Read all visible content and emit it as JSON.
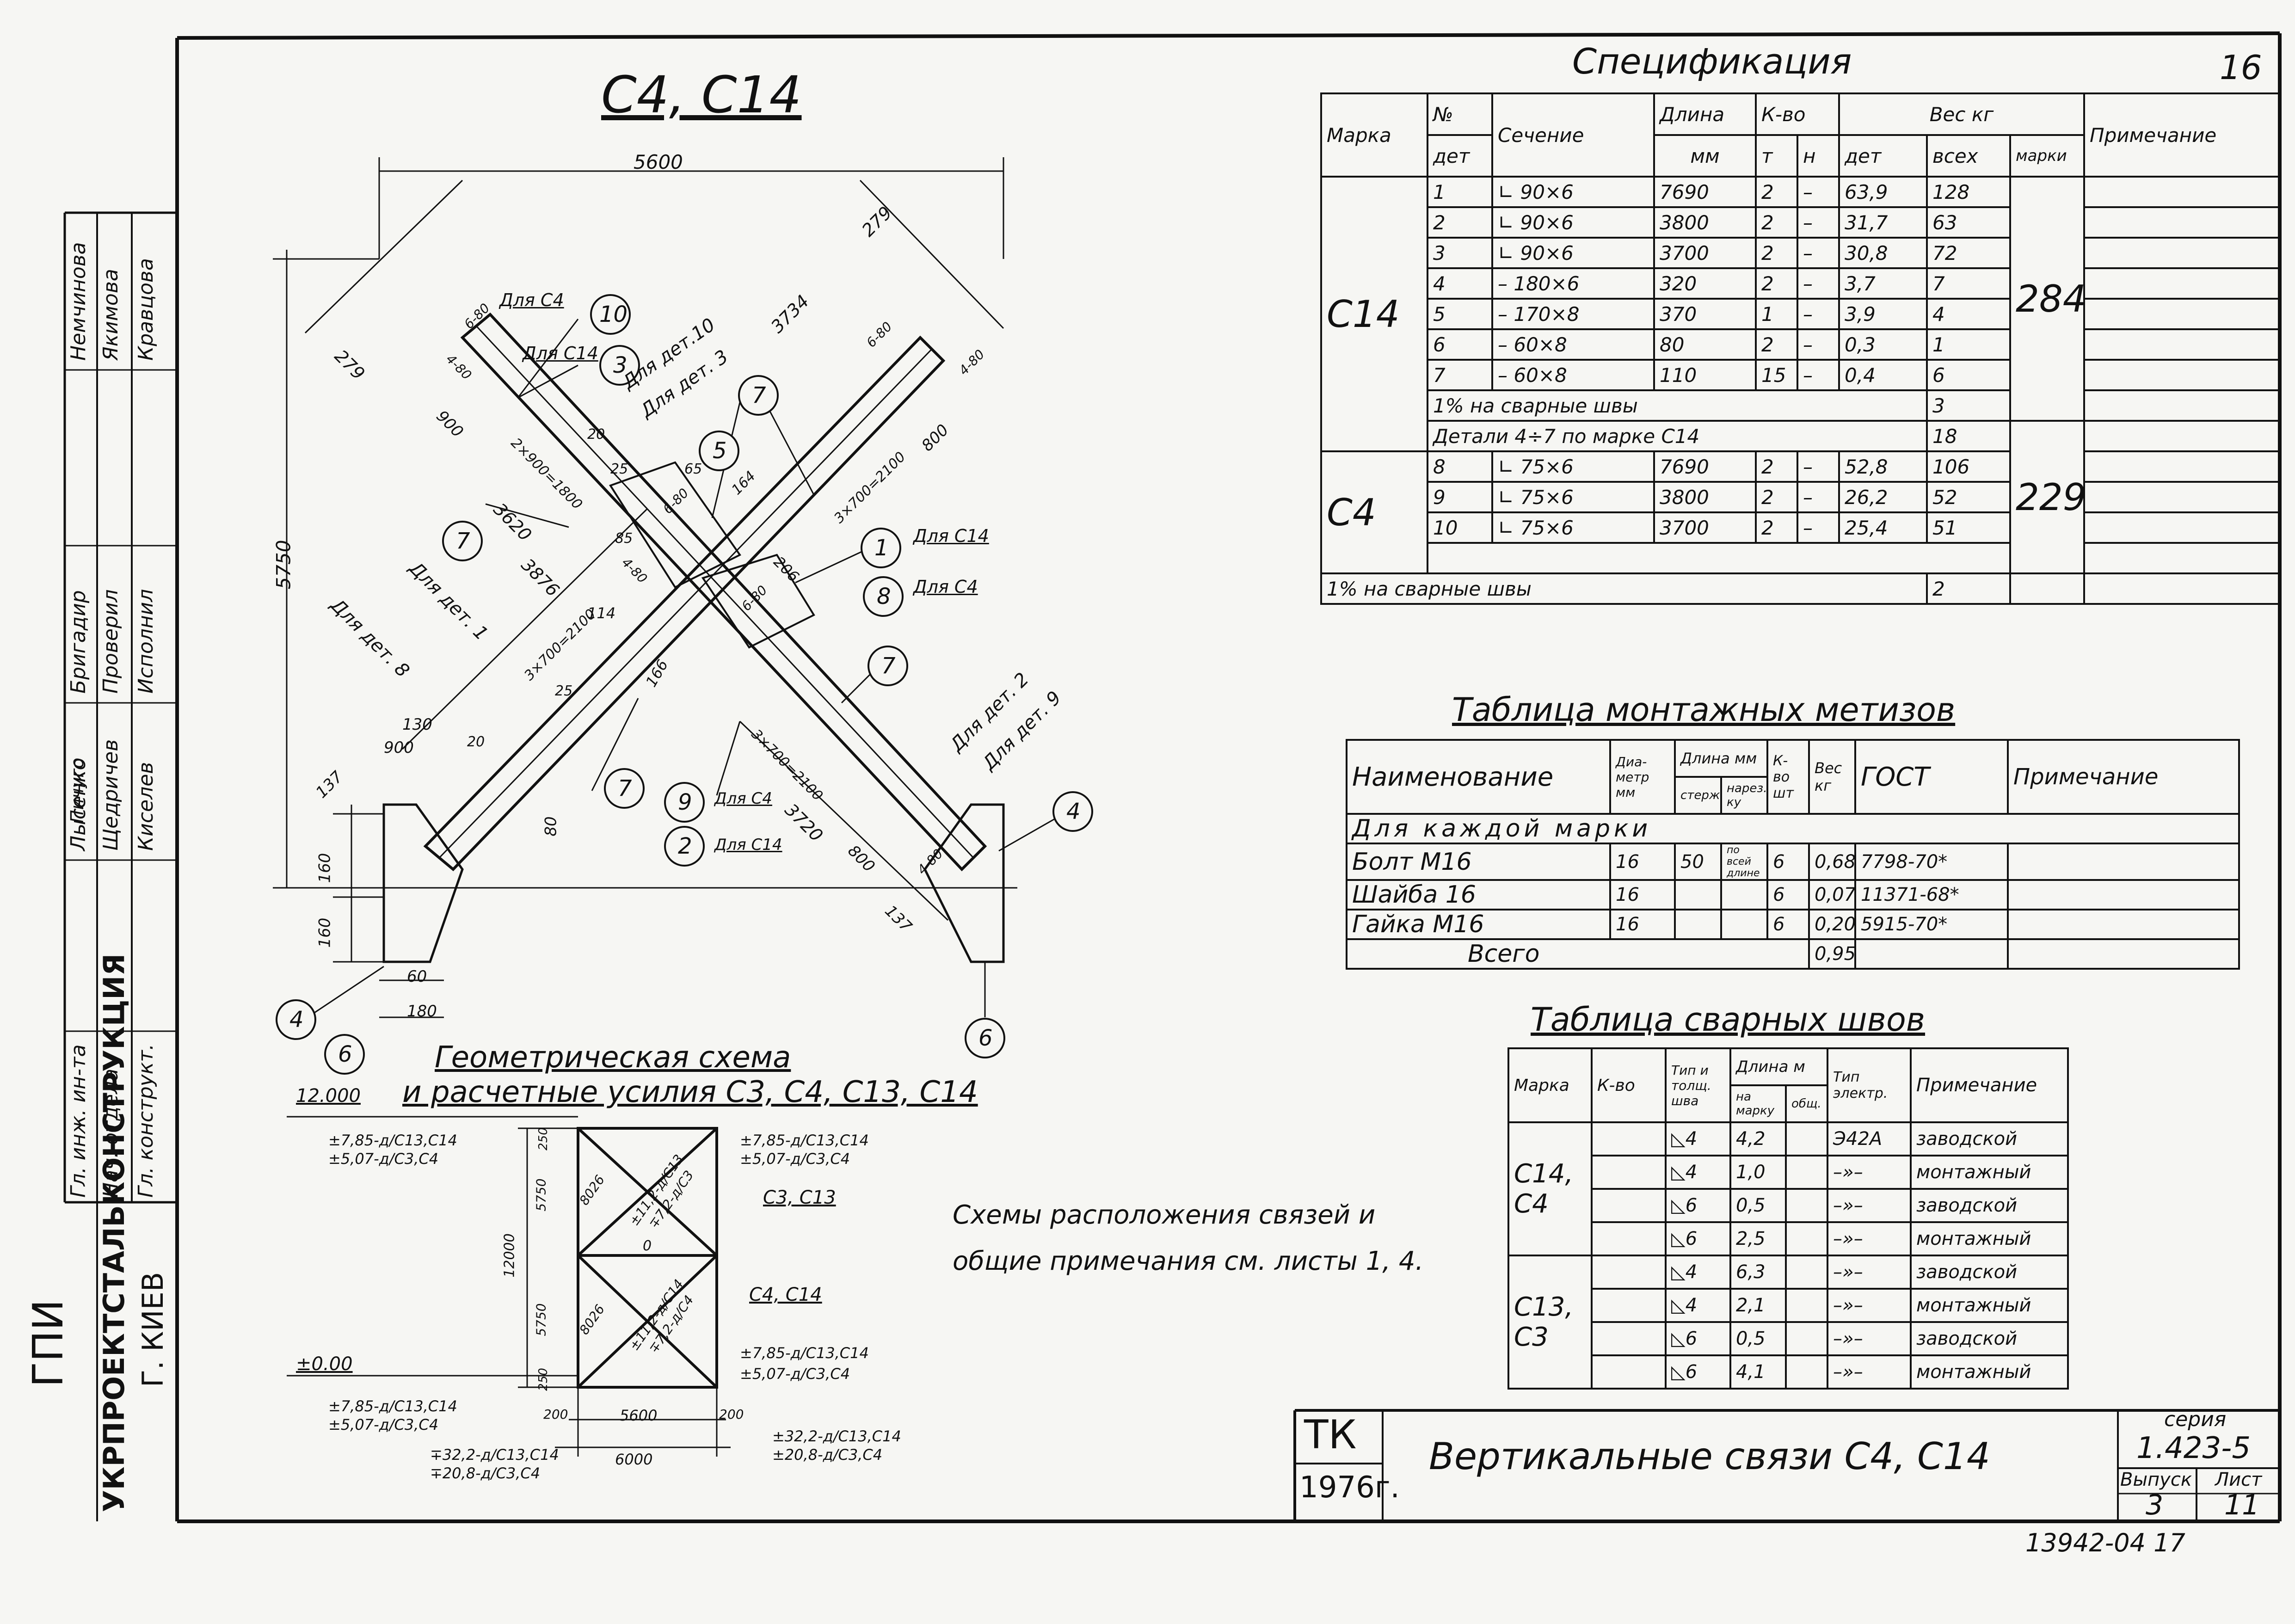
{
  "drawing": {
    "title": "С4, С14",
    "page_number": "16",
    "dims": {
      "d5600": "5600",
      "d5750": "5750",
      "d279a": "279",
      "d279b": "279",
      "d3734": "3734",
      "d3876": "3876",
      "d3620": "3620",
      "d3720": "3720",
      "d900a": "900",
      "d900b": "900",
      "d800a": "800",
      "d800b": "800",
      "d137a": "137",
      "d137b": "137",
      "d130": "130",
      "d160a": "160",
      "d160b": "160",
      "d60": "60",
      "d180": "180",
      "d80": "80",
      "d206": "206",
      "d166": "166",
      "d114": "114",
      "d20a": "20",
      "d20b": "20",
      "d25a": "25",
      "d25b": "25",
      "d65": "65",
      "d85": "85",
      "d164": "164",
      "s1": "2×900=1800",
      "s2": "3×700=2100",
      "s3": "3×700=2100",
      "s4": "3×700=2100",
      "w1": "6-80",
      "w2": "4-80",
      "w3": "6-80",
      "w4": "4-80",
      "w5": "6-80",
      "w6": "4-80",
      "w7": "6-80",
      "w8": "4-80"
    },
    "notes": {
      "for_c4_a": "Для С4",
      "for_c14_a": "Для С14",
      "for_det10": "Для дет.10",
      "for_det3": "Для дет. 3",
      "for_det1": "Для дет. 1",
      "for_det8": "Для дет. 8",
      "for_c14_b": "Для С14",
      "for_c4_b": "Для С4",
      "for_det2": "Для дет. 2",
      "for_det9": "Для дет. 9",
      "for_c4_c": "Для С4",
      "for_c14_c": "Для С14"
    },
    "bubbles": [
      "10",
      "3",
      "7",
      "5",
      "7",
      "1",
      "8",
      "7",
      "7",
      "9",
      "2",
      "4",
      "4",
      "6",
      "6"
    ]
  },
  "title_block_left": {
    "org1": "ГПИ",
    "org2": "УКРПРОЕКТСТАЛЬКОНСТРУКЦИЯ",
    "org3": "Г. КИЕВ",
    "roles": [
      "Гл. инж. ин-та",
      "Нач. отдела",
      "Гл. конструкт.",
      "Бригадир",
      "Проверил",
      "Исполнил"
    ],
    "names": [
      "Немчинова",
      "Якимова",
      "Кравцова",
      "Лысенко",
      "Щедричев",
      "Киселев"
    ],
    "top_label": "Пичуго"
  },
  "geometry": {
    "title_line1": "Геометрическая схема",
    "title_line2": "и расчетные усилия С3, С4, С13, С14",
    "level_top": "12.000",
    "level_bottom": "±0.00",
    "f_left_top1": "±7,85-д/С13,С14",
    "f_left_top2": "±5,07-д/С3,С4",
    "f_right_top1": "±7,85-д/С13,С14",
    "f_right_top2": "±5,07-д/С3,С4",
    "f_right_bot1": "±7,85-д/С13,С14",
    "f_right_bot2": "±5,07-д/С3,С4",
    "f_left_bot1": "±7,85-д/С13,С14",
    "f_left_bot2": "±5,07-д/С3,С4",
    "f_bot_left1": "∓32,2-д/С13,С14",
    "f_bot_left2": "∓20,8-д/С3,С4",
    "f_bot_right1": "±32,2-д/С13,С14",
    "f_bot_right2": "±20,8-д/С3,С4",
    "label_upper": "С3, С13",
    "label_lower": "С4, С14",
    "diag_upper1": "±11,2-д/С13",
    "diag_upper2": "∓7,2-д/С3",
    "diag_lower1": "±11,2-д/С14",
    "diag_lower2": "∓7,2-д/С4",
    "len_8026a": "8026",
    "len_8026b": "8026",
    "zero": "0",
    "d250a": "250",
    "d5750a": "5750",
    "d12000": "12000",
    "d5750b": "5750",
    "d250b": "250",
    "d200a": "200",
    "d5600": "5600",
    "d200b": "200",
    "d6000": "6000"
  },
  "general_note_1": "Схемы расположения связей и",
  "general_note_2": "общие примечания см. листы 1, 4.",
  "spec": {
    "title": "Спецификация",
    "headers": {
      "marka": "Марка",
      "no": "№",
      "det": "дет",
      "section": "Сечение",
      "length": "Длина",
      "mm": "мм",
      "qty": "К-во",
      "t": "т",
      "n": "н",
      "weight": "Вес кг",
      "w_det": "дет",
      "w_all": "всех",
      "w_marka": "марки",
      "note": "Примечание"
    },
    "rows": [
      [
        "C14",
        "1",
        "∟ 90×6",
        "7690",
        "2",
        "–",
        "63,9",
        "128",
        "284"
      ],
      [
        "",
        "2",
        "∟ 90×6",
        "3800",
        "2",
        "–",
        "31,7",
        "63",
        ""
      ],
      [
        "",
        "3",
        "∟ 90×6",
        "3700",
        "2",
        "–",
        "30,8",
        "72",
        ""
      ],
      [
        "",
        "4",
        "– 180×6",
        "320",
        "2",
        "–",
        "3,7",
        "7",
        ""
      ],
      [
        "",
        "5",
        "– 170×8",
        "370",
        "1",
        "–",
        "3,9",
        "4",
        ""
      ],
      [
        "",
        "6",
        "– 60×8",
        "80",
        "2",
        "–",
        "0,3",
        "1",
        ""
      ],
      [
        "",
        "7",
        "– 60×8",
        "110",
        "15",
        "–",
        "0,4",
        "6",
        ""
      ]
    ],
    "weld_c14": "1% на сварные швы",
    "weld_c14_val": "3",
    "c4_details": "Детали 4÷7 по марке С14",
    "c4_details_val": "18",
    "rows_c4": [
      [
        "C4",
        "8",
        "∟ 75×6",
        "7690",
        "2",
        "–",
        "52,8",
        "106",
        "229"
      ],
      [
        "",
        "9",
        "∟ 75×6",
        "3800",
        "2",
        "–",
        "26,2",
        "52",
        ""
      ],
      [
        "",
        "10",
        "∟ 75×6",
        "3700",
        "2",
        "–",
        "25,4",
        "51",
        ""
      ]
    ],
    "weld_c4": "1% на сварные швы",
    "weld_c4_val": "2",
    "marka_c14": "С14",
    "marka_c4": "С4",
    "total_c14": "284",
    "total_c4": "229"
  },
  "hardware": {
    "title": "Таблица монтажных метизов",
    "headers": {
      "name": "Наименование",
      "dia": "Диа-метр мм",
      "length": "Длина мм",
      "rod": "стерж.",
      "thread": "нарез. ку",
      "qty": "К-во шт",
      "weight": "Вес кг",
      "gost": "ГОСТ",
      "note": "Примечание"
    },
    "group": "Для каждой марки",
    "rows": [
      [
        "Болт М16",
        "16",
        "50",
        "по всей длине",
        "6",
        "0,68",
        "7798-70*"
      ],
      [
        "Шайба 16",
        "16",
        "",
        "",
        "6",
        "0,07",
        "11371-68*"
      ],
      [
        "Гайка М16",
        "16",
        "",
        "",
        "6",
        "0,20",
        "5915-70*"
      ]
    ],
    "total_label": "Всего",
    "total_val": "0,95"
  },
  "welds": {
    "title": "Таблица сварных швов",
    "headers": {
      "marka": "Марка",
      "qty": "К-во",
      "type": "Тип и толщ. шва",
      "length": "Длина м",
      "per_mark": "на марку",
      "total": "общ.",
      "electrode": "Тип электр.",
      "note": "Примечание"
    },
    "marka1": "С14, С4",
    "marka2": "С13, С3",
    "rows": [
      [
        "◺4",
        "4,2",
        "Э42А",
        "заводской"
      ],
      [
        "◺4",
        "1,0",
        "–»–",
        "монтажный"
      ],
      [
        "◺6",
        "0,5",
        "–»–",
        "заводской"
      ],
      [
        "◺6",
        "2,5",
        "–»–",
        "монтажный"
      ],
      [
        "◺4",
        "6,3",
        "–»–",
        "заводской"
      ],
      [
        "◺4",
        "2,1",
        "–»–",
        "монтажный"
      ],
      [
        "◺6",
        "0,5",
        "–»–",
        "заводской"
      ],
      [
        "◺6",
        "4,1",
        "–»–",
        "монтажный"
      ]
    ]
  },
  "title_block": {
    "tk": "ТК",
    "year": "1976г.",
    "title": "Вертикальные связи С4, С14",
    "series_label": "серия",
    "series": "1.423-5",
    "issue_label": "Выпуск",
    "issue": "3",
    "sheet_label": "Лист",
    "sheet": "11"
  },
  "footer_number": "13942-04  17"
}
